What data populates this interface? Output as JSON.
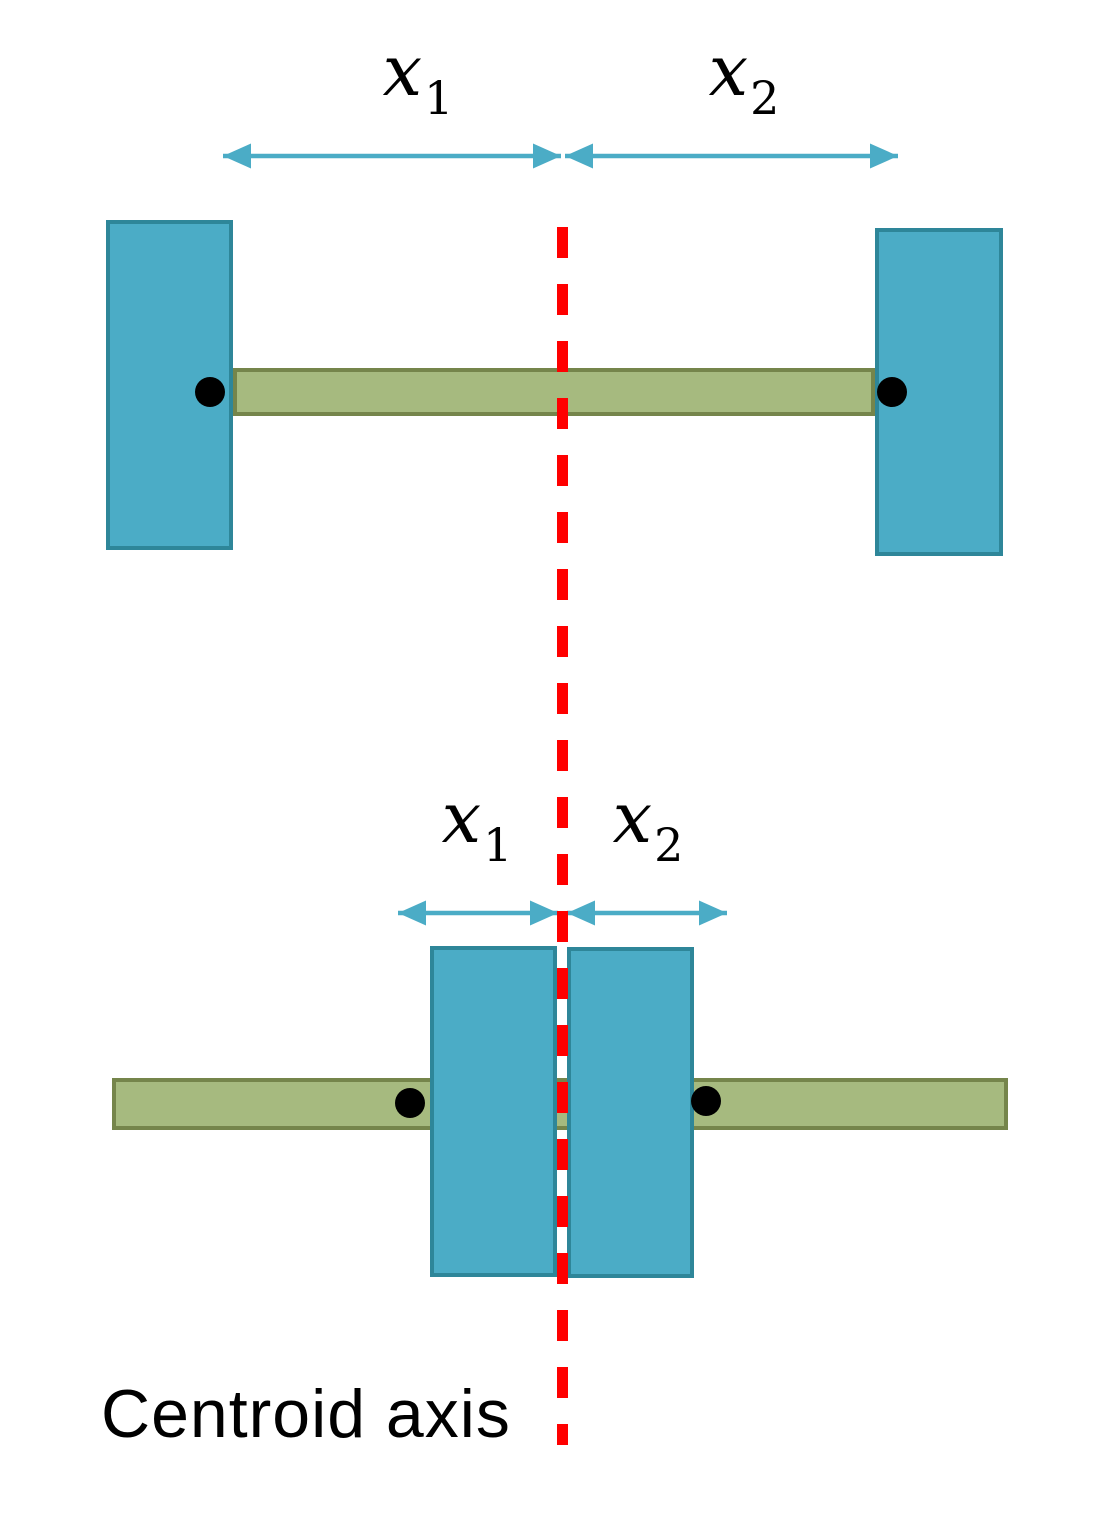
{
  "colors": {
    "teal_fill": "#4BACC6",
    "teal_border": "#2E8699",
    "olive_fill": "#A6BA7F",
    "olive_border": "#75854B",
    "arrow": "#4BACC6",
    "axis_red": "#FF0000",
    "dot": "#000000",
    "text": "#000000"
  },
  "labels": {
    "top_x1": {
      "base": "x",
      "sub": "1"
    },
    "top_x2": {
      "base": "x",
      "sub": "2"
    },
    "bottom_x1": {
      "base": "x",
      "sub": "1"
    },
    "bottom_x2": {
      "base": "x",
      "sub": "2"
    }
  },
  "caption": "Centroid axis"
}
